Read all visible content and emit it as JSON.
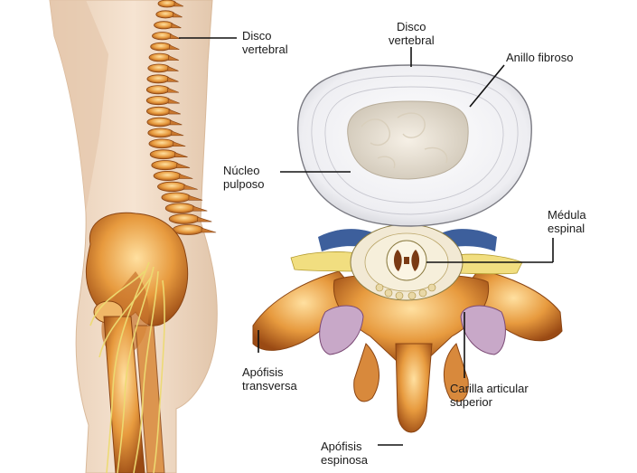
{
  "labels": {
    "disco_left": {
      "line1": "Disco",
      "line2": "vertebral"
    },
    "disco_top": {
      "line1": "Disco",
      "line2": "vertebral"
    },
    "anillo": {
      "line1": "Anillo fibroso"
    },
    "nucleo": {
      "line1": "Núcleo",
      "line2": "pulposo"
    },
    "medula": {
      "line1": "Médula",
      "line2": "espinal"
    },
    "transversa": {
      "line1": "Apófisis",
      "line2": "transversa"
    },
    "carilla": {
      "line1": "Carilla articular",
      "line2": "superior"
    },
    "espinosa": {
      "line1": "Apófisis",
      "line2": "espinosa"
    }
  },
  "colors": {
    "bone": "#e8a24a",
    "bone_dark": "#a8561c",
    "skin": "#f2dcc6",
    "disc": "#f4f4f6",
    "nucleus": "#e9e1d6",
    "nerve": "#e7d36a",
    "blue_ligament": "#3d5f9c",
    "leader": "#111111"
  }
}
